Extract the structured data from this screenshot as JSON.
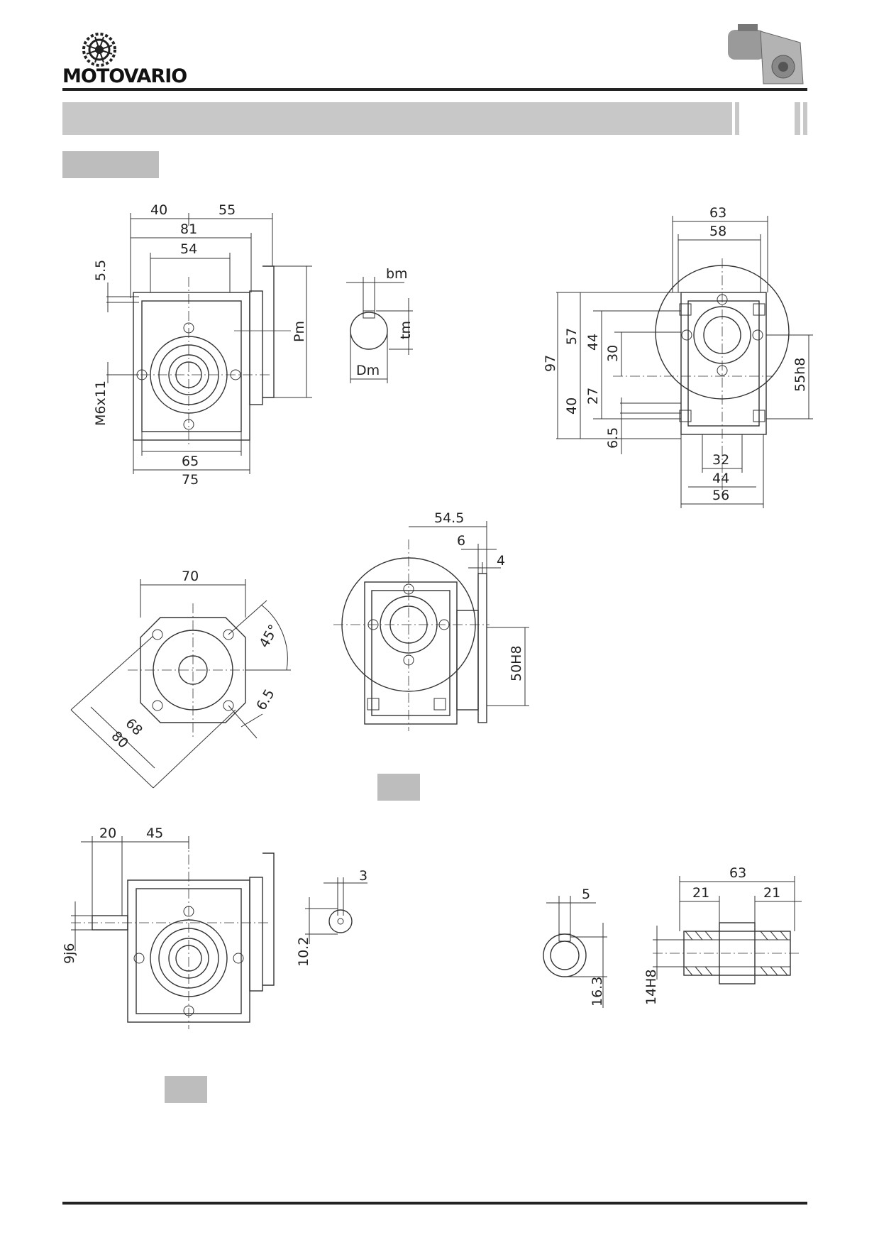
{
  "header": {
    "brand": "MOTOVARIO",
    "logo_icon": "gear-logo-icon",
    "product_icon": "gearmotor-photo-icon"
  },
  "colors": {
    "band": "#c8c8c8",
    "box": "#bdbdbd",
    "line": "#333333"
  },
  "views": {
    "front": {
      "d40": "40",
      "d55": "55",
      "d81": "81",
      "d54": "54",
      "d55b": "5.5",
      "m6x11": "M6x11",
      "pm": "Pm",
      "d65": "65",
      "d75": "75"
    },
    "key": {
      "bm": "bm",
      "tm": "tm",
      "dm": "Dm"
    },
    "side": {
      "d63": "63",
      "d58": "58",
      "d97": "97",
      "d57": "57",
      "d44": "44",
      "d30": "30",
      "d40": "40",
      "d27": "27",
      "d65": "6.5",
      "d55h8": "55h8",
      "d32": "32",
      "d44b": "44",
      "d56": "56"
    },
    "flange": {
      "d70": "70",
      "a45": "45°",
      "d68": "68",
      "d80": "80",
      "d65": "6.5"
    },
    "flange_side": {
      "d545": "54.5",
      "d6": "6",
      "d4": "4",
      "d50h8": "50H8"
    },
    "input": {
      "d20": "20",
      "d45": "45",
      "d9j6": "9j6"
    },
    "input_key": {
      "d3": "3",
      "d102": "10.2"
    },
    "hollow_key": {
      "d5": "5",
      "d163": "16.3"
    },
    "shaft": {
      "d63": "63",
      "d21a": "21",
      "d21b": "21",
      "d14h8": "14H8"
    }
  }
}
